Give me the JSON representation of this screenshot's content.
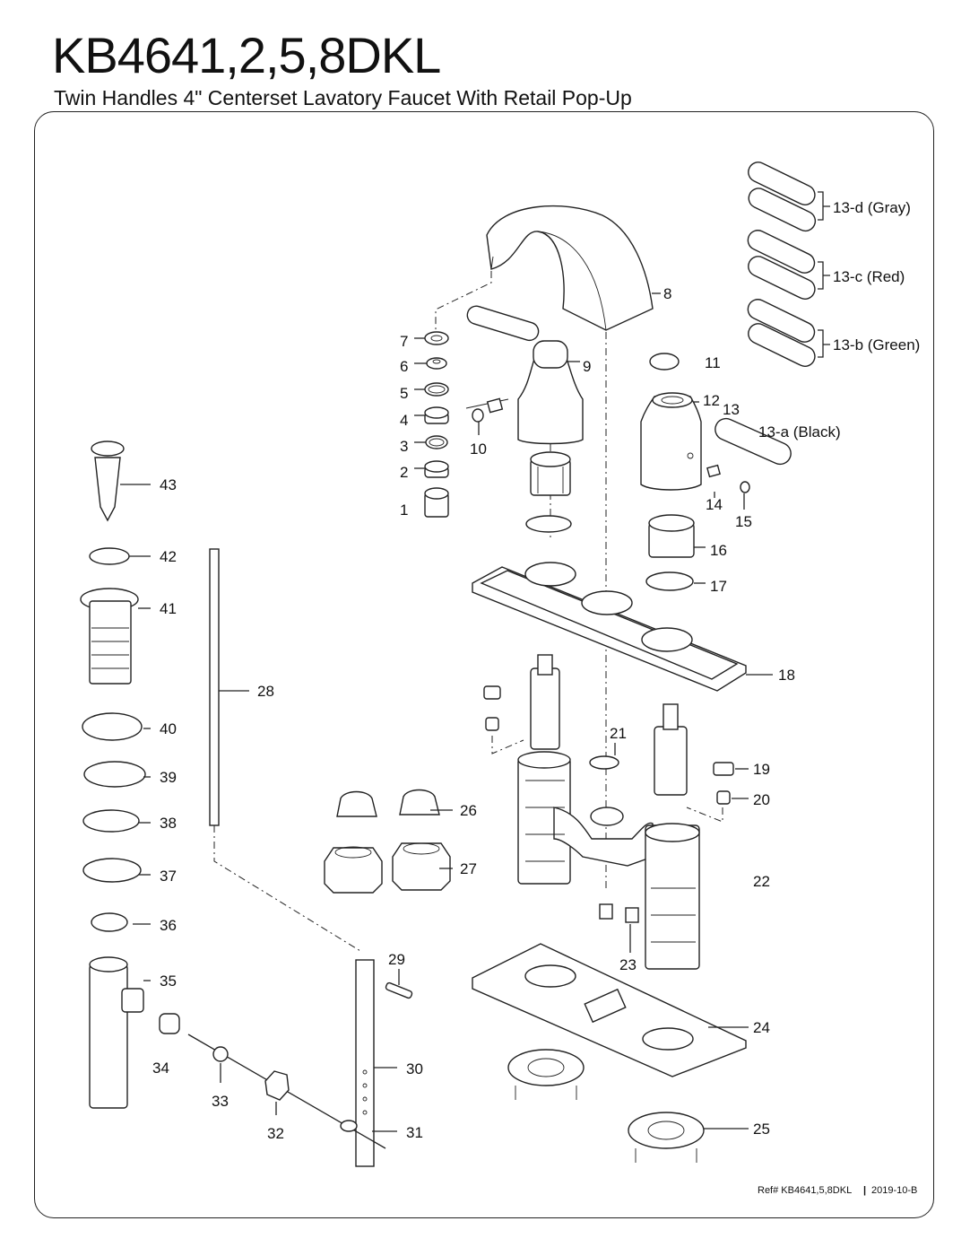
{
  "header": {
    "model": "KB4641,2,5,8DKL",
    "description": "Twin Handles 4\" Centerset Lavatory Faucet With Retail Pop-Up"
  },
  "footer": {
    "ref": "Ref# KB4641,5,8DKL",
    "separator": "|",
    "date": "2019-10-B"
  },
  "parts": {
    "p1": "1",
    "p2": "2",
    "p3": "3",
    "p4": "4",
    "p5": "5",
    "p6": "6",
    "p7": "7",
    "p8": "8",
    "p9": "9",
    "p10": "10",
    "p11": "11",
    "p12": "12",
    "p13": "13",
    "p13a": "13-a (Black)",
    "p13b": "13-b (Green)",
    "p13c": "13-c (Red)",
    "p13d": "13-d (Gray)",
    "p14": "14",
    "p15": "15",
    "p16": "16",
    "p17": "17",
    "p18": "18",
    "p19": "19",
    "p20": "20",
    "p21": "21",
    "p22": "22",
    "p23": "23",
    "p24": "24",
    "p25": "25",
    "p26": "26",
    "p27": "27",
    "p28": "28",
    "p29": "29",
    "p30": "30",
    "p31": "31",
    "p32": "32",
    "p33": "33",
    "p34": "34",
    "p35": "35",
    "p36": "36",
    "p37": "37",
    "p38": "38",
    "p39": "39",
    "p40": "40",
    "p41": "41",
    "p42": "42",
    "p43": "43"
  }
}
